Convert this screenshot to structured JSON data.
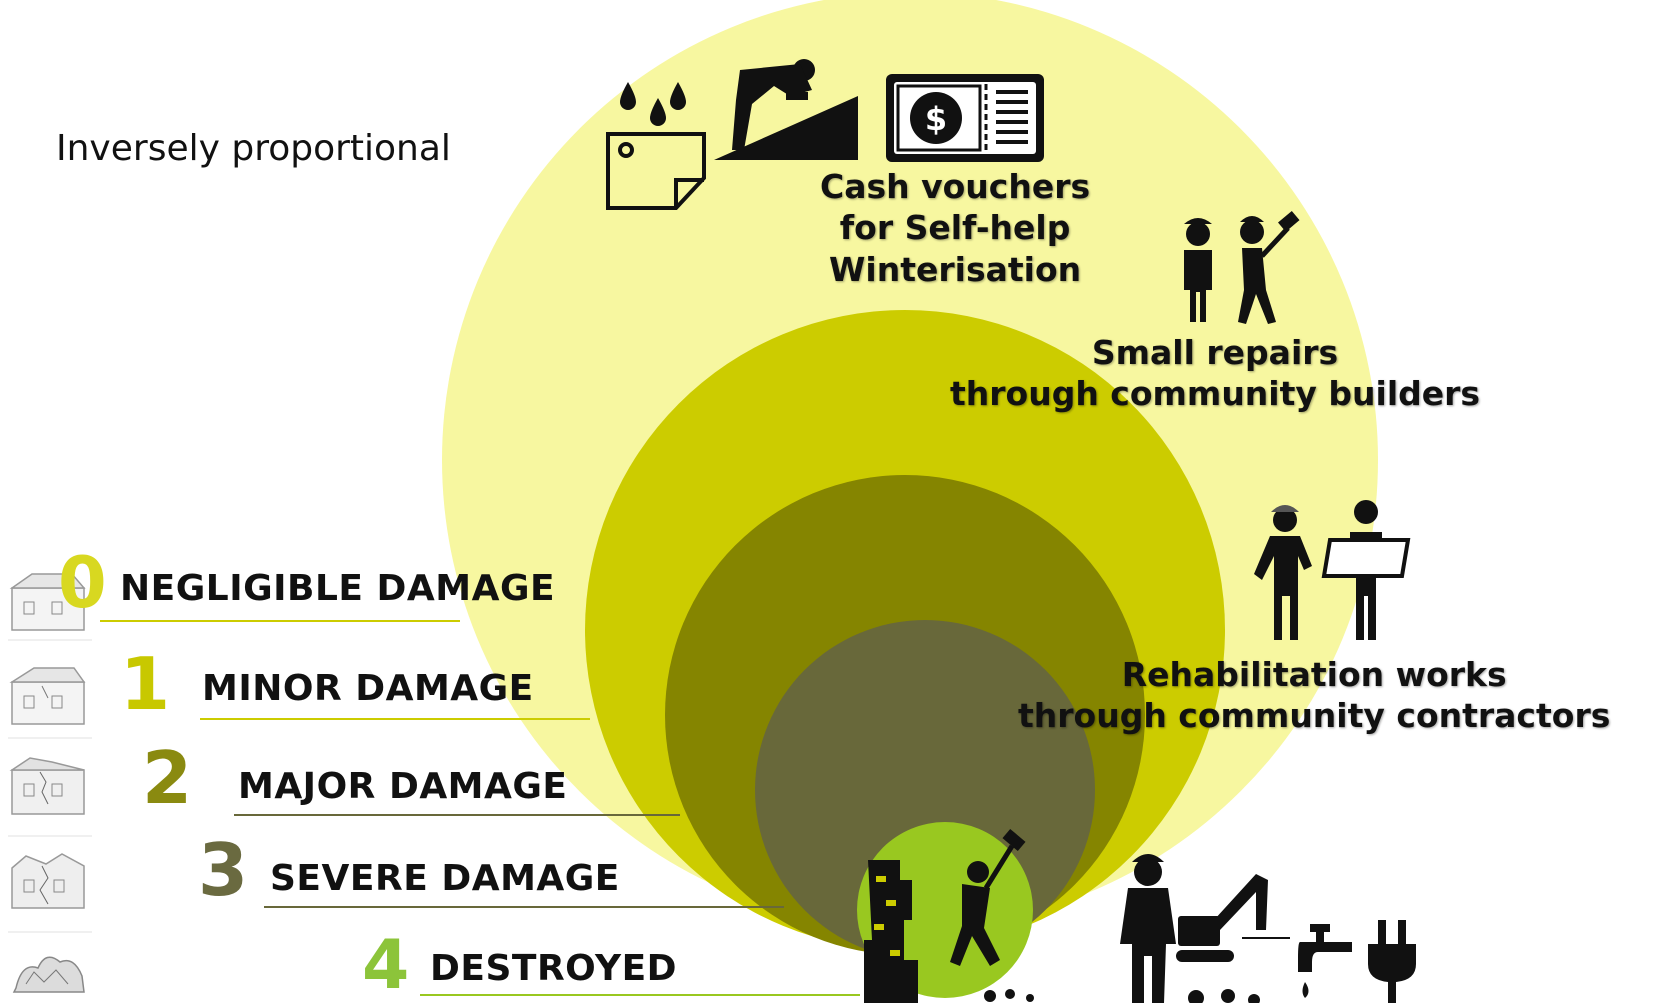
{
  "title": "Inversely proportional",
  "colors": {
    "circle_0": "#f7f7a0",
    "circle_1": "#cccc00",
    "circle_2": "#858500",
    "circle_3": "#68683a",
    "circle_4": "#99c820",
    "num_0": "#d8d820",
    "num_1": "#c8c800",
    "num_2": "#8a8a10",
    "num_3": "#6a6a40",
    "num_4": "#8cc43a"
  },
  "levels": [
    {
      "number": "0",
      "label": "NEGLIGIBLE DAMAGE",
      "icon": "house-negligible-icon"
    },
    {
      "number": "1",
      "label": "MINOR DAMAGE",
      "icon": "house-minor-icon"
    },
    {
      "number": "2",
      "label": "MAJOR DAMAGE",
      "icon": "house-major-icon"
    },
    {
      "number": "3",
      "label": "SEVERE DAMAGE",
      "icon": "house-severe-icon"
    },
    {
      "number": "4",
      "label": "DESTROYED",
      "icon": "house-destroyed-icon"
    }
  ],
  "callouts": {
    "cash": [
      "Cash vouchers",
      "for Self-help",
      "Winterisation"
    ],
    "repairs": [
      "Small repairs",
      "through community builders"
    ],
    "rehab": [
      "Rehabilitation works",
      "through community contractors"
    ]
  },
  "icons": [
    "raindrops-icon",
    "sticky-note-icon",
    "roofer-icon",
    "cash-voucher-icon",
    "community-builders-icon",
    "contractors-icon",
    "demolition-icon",
    "excavator-worker-icon",
    "water-tap-icon",
    "power-plug-icon"
  ]
}
